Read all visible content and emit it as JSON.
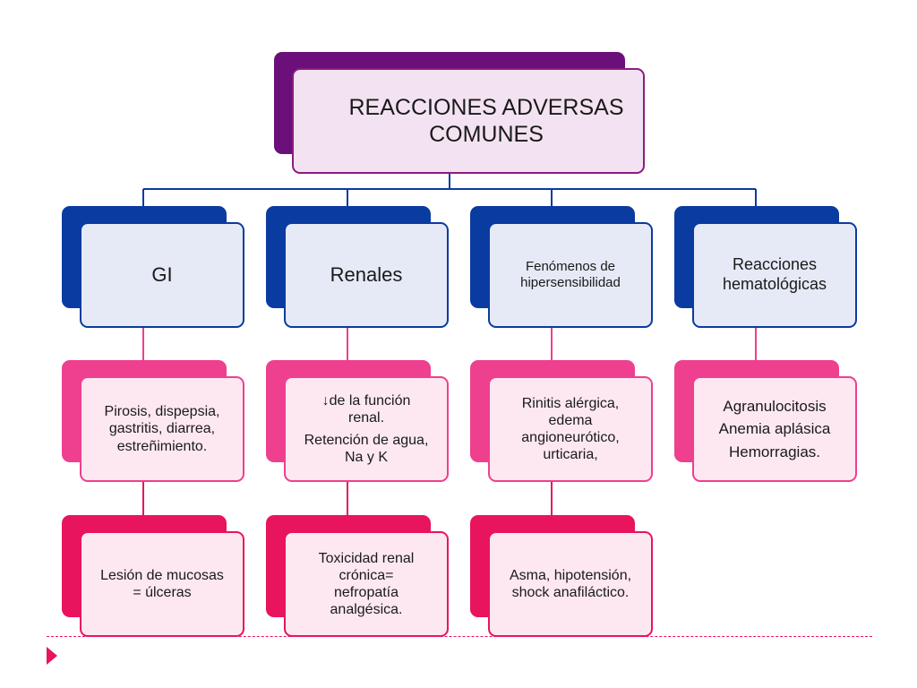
{
  "diagram": {
    "root": {
      "lines": [
        "REACCIONES ADVERSAS",
        "COMUNES"
      ]
    },
    "categories": [
      {
        "title": {
          "lines": [
            "GI"
          ]
        },
        "effects": {
          "lines": [
            "Pirosis, dispepsia,",
            "gastritis, diarrea,",
            "estreñimiento."
          ]
        },
        "complication": {
          "lines": [
            "Lesión de mucosas",
            "= úlceras"
          ]
        }
      },
      {
        "title": {
          "lines": [
            "Renales"
          ]
        },
        "effects": {
          "lines": [
            "↓de la función",
            "renal.",
            "Retención de agua,",
            "Na y K"
          ]
        },
        "complication": {
          "lines": [
            "Toxicidad renal",
            "crónica=",
            "nefropatía",
            "analgésica."
          ]
        }
      },
      {
        "title": {
          "lines": [
            "Fenómenos de",
            "hipersensibilidad"
          ]
        },
        "effects": {
          "lines": [
            "Rinitis alérgica,",
            "edema",
            "angioneurótico,",
            "urticaria,"
          ]
        },
        "complication": {
          "lines": [
            "Asma, hipotensión,",
            "shock anafiláctico."
          ]
        }
      },
      {
        "title": {
          "lines": [
            "Reacciones",
            "hematológicas"
          ]
        },
        "effects": {
          "lines": [
            "Agranulocitosis",
            "Anemia aplásica",
            "Hemorragias."
          ]
        }
      }
    ]
  },
  "colors": {
    "root": "#6b0f7a",
    "level1": "#0a3ba0",
    "level2": "#ef3f8f",
    "level3": "#e8145e"
  }
}
